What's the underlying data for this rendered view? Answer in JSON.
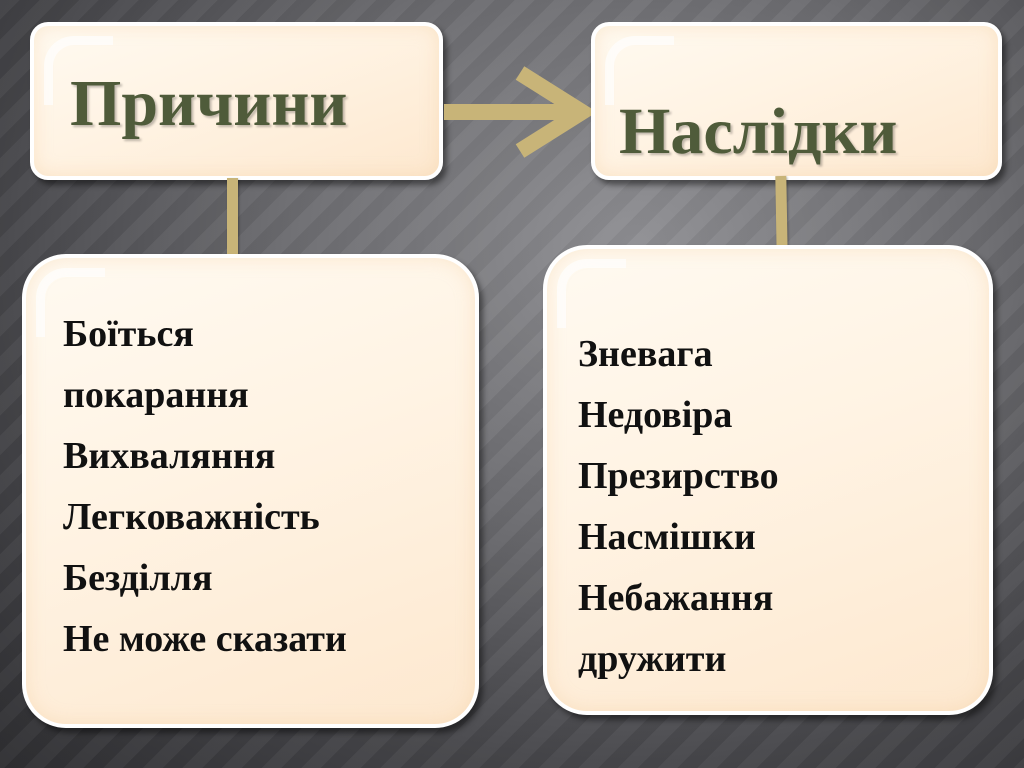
{
  "causes": {
    "title": "Причини",
    "items": [
      "Боїться",
      "покарання",
      "Вихваляння",
      "Легковажність",
      "Безділля",
      "Не може сказати"
    ]
  },
  "consequences": {
    "title": "Наслідки",
    "items": [
      "Зневага",
      "Недовіра",
      "Презирство",
      "Насмішки",
      "Небажання",
      "дружити"
    ]
  },
  "colors": {
    "title_text": "#4f5b3a",
    "connector": "#c8b478",
    "box_fill": "#fff3e3"
  }
}
